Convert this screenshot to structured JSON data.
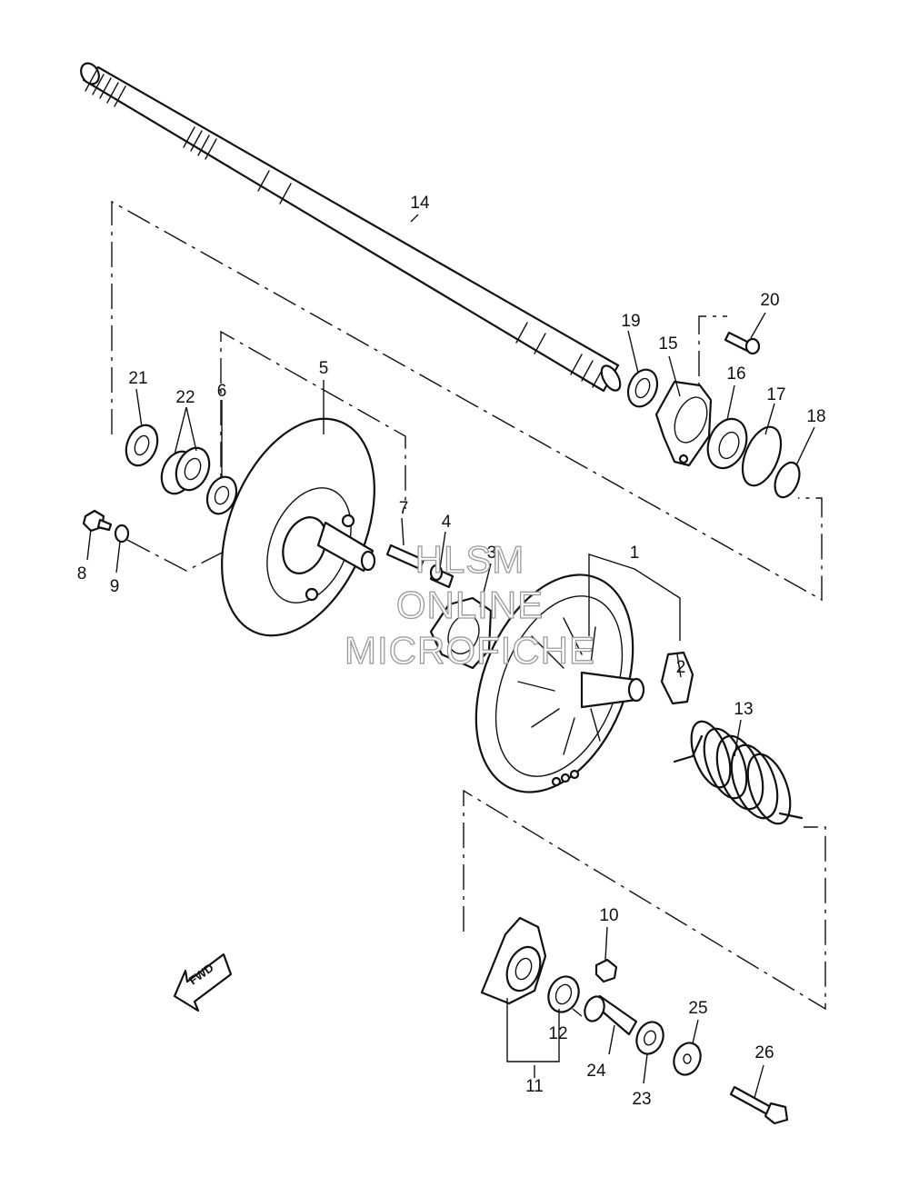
{
  "watermark": {
    "line1": "HLSM",
    "line2": "ONLINE",
    "line3": "MICROFICHE"
  },
  "fwd_label": "FWD",
  "callouts": {
    "c1": "1",
    "c2": "2",
    "c3": "3",
    "c4": "4",
    "c5": "5",
    "c6": "6",
    "c7": "7",
    "c8": "8",
    "c9": "9",
    "c10": "10",
    "c11": "11",
    "c12": "12",
    "c13": "13",
    "c14": "14",
    "c15": "15",
    "c16": "16",
    "c17": "17",
    "c18": "18",
    "c19": "19",
    "c20": "20",
    "c21": "21",
    "c22": "22",
    "c23": "23",
    "c24": "24",
    "c25": "25",
    "c26": "26"
  }
}
